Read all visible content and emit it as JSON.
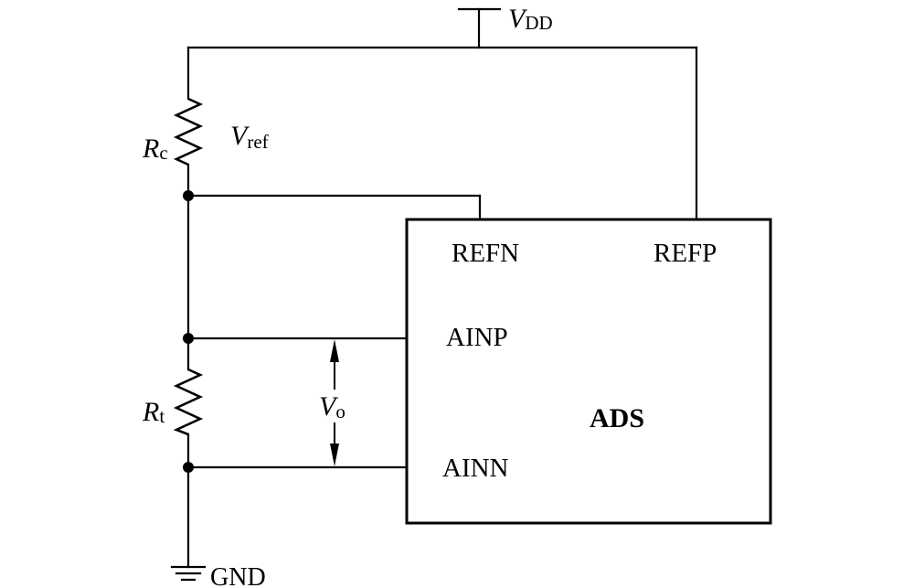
{
  "diagram": {
    "type": "circuit-schematic",
    "supply": {
      "symbol": "V",
      "subscript": "DD"
    },
    "ground": {
      "label": "GND"
    },
    "components": {
      "rc": {
        "symbol": "R",
        "subscript": "c",
        "kind": "resistor"
      },
      "rt": {
        "symbol": "R",
        "subscript": "t",
        "kind": "resistor"
      }
    },
    "annotations": {
      "vref": {
        "symbol": "V",
        "subscript": "ref"
      },
      "vo": {
        "symbol": "V",
        "subscript": "o"
      }
    },
    "chip": {
      "name": "ADS",
      "pins": {
        "refn": "REFN",
        "refp": "REFP",
        "ainp": "AINP",
        "ainn": "AINN"
      }
    },
    "connections": [
      {
        "from": "VDD",
        "to": "Rc.top"
      },
      {
        "from": "VDD",
        "to": "REFP"
      },
      {
        "from": "Rc.bottom",
        "to": "REFN"
      },
      {
        "from": "Rc.bottom",
        "to": "Rt.top"
      },
      {
        "from": "Rt.top",
        "to": "AINP"
      },
      {
        "from": "Rt.bottom",
        "to": "AINN"
      },
      {
        "from": "Rt.bottom",
        "to": "GND"
      }
    ]
  }
}
